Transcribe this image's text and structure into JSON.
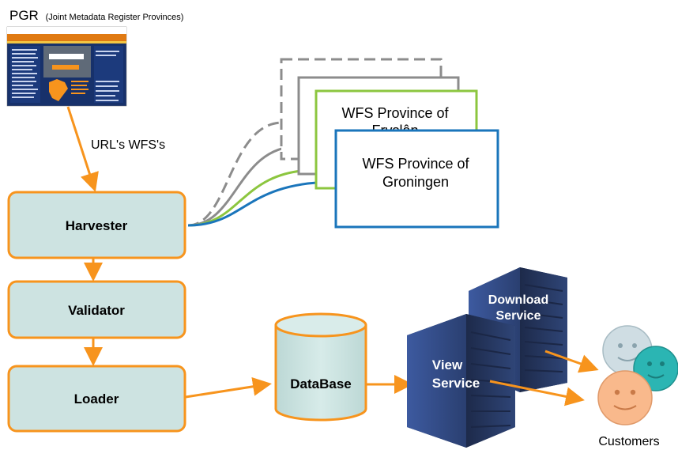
{
  "header": {
    "title_main": "PGR",
    "title_sub": "(Joint Metadata Register Provinces)"
  },
  "arrows": {
    "pgr_to_harvester_label": "URL's WFS's"
  },
  "pipeline": {
    "harvester": "Harvester",
    "validator": "Validator",
    "loader": "Loader"
  },
  "wfs_sources": {
    "friesland_line1": "WFS Province of",
    "friesland_line2": "Fryslân",
    "groningen_line1": "WFS Province of",
    "groningen_line2": "Groningen"
  },
  "database": {
    "label": "DataBase"
  },
  "servers": {
    "download_line1": "Download",
    "download_line2": "Service",
    "view_line1": "View",
    "view_line2": "Service"
  },
  "customers": {
    "label": "Customers"
  },
  "colors": {
    "orange": "#f7941d",
    "box_fill": "#cde3e1",
    "gray": "#8c8c8c",
    "green": "#8cc63f",
    "blue": "#1a75bb",
    "server_dark": "#26375e",
    "server_mid": "#3b5591",
    "face_gray": "#cfdde3",
    "face_teal": "#2bb5b3",
    "face_peach": "#f9b98c"
  }
}
